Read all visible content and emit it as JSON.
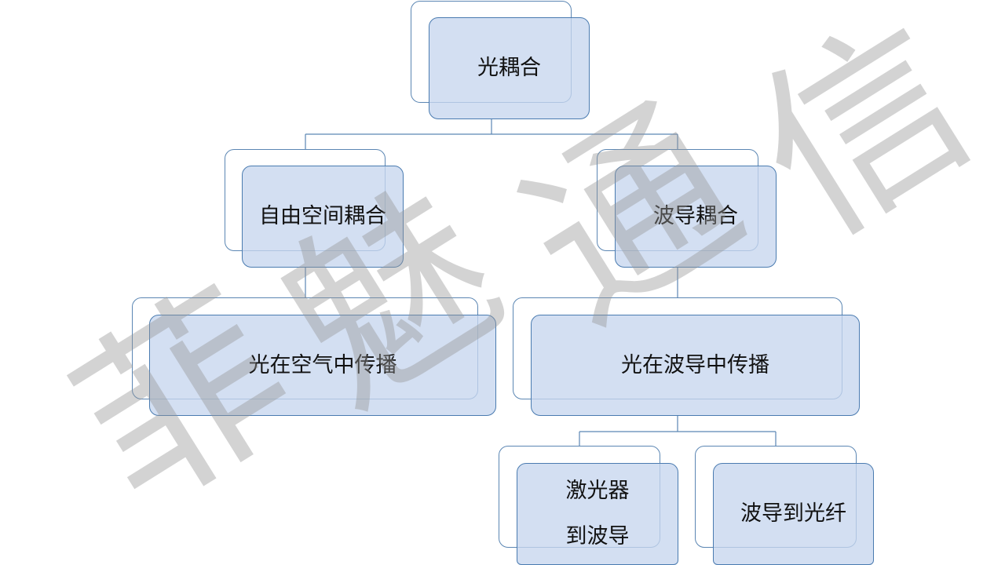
{
  "nodes": {
    "root": "光耦合",
    "free_space": "自由空间耦合",
    "waveguide": "波导耦合",
    "air_propagation": "光在空气中传播",
    "waveguide_propagation": "光在波导中传播",
    "laser_to_waveguide": [
      "激光器",
      "到波导"
    ],
    "waveguide_to_fiber": "波导到光纤"
  },
  "watermark": [
    "菲",
    "魅",
    "通",
    "信"
  ],
  "colors": {
    "node_fill": "#c6d6ee",
    "node_border": "#4a7bb0",
    "connector": "#5b86b3",
    "watermark": "#969696"
  }
}
